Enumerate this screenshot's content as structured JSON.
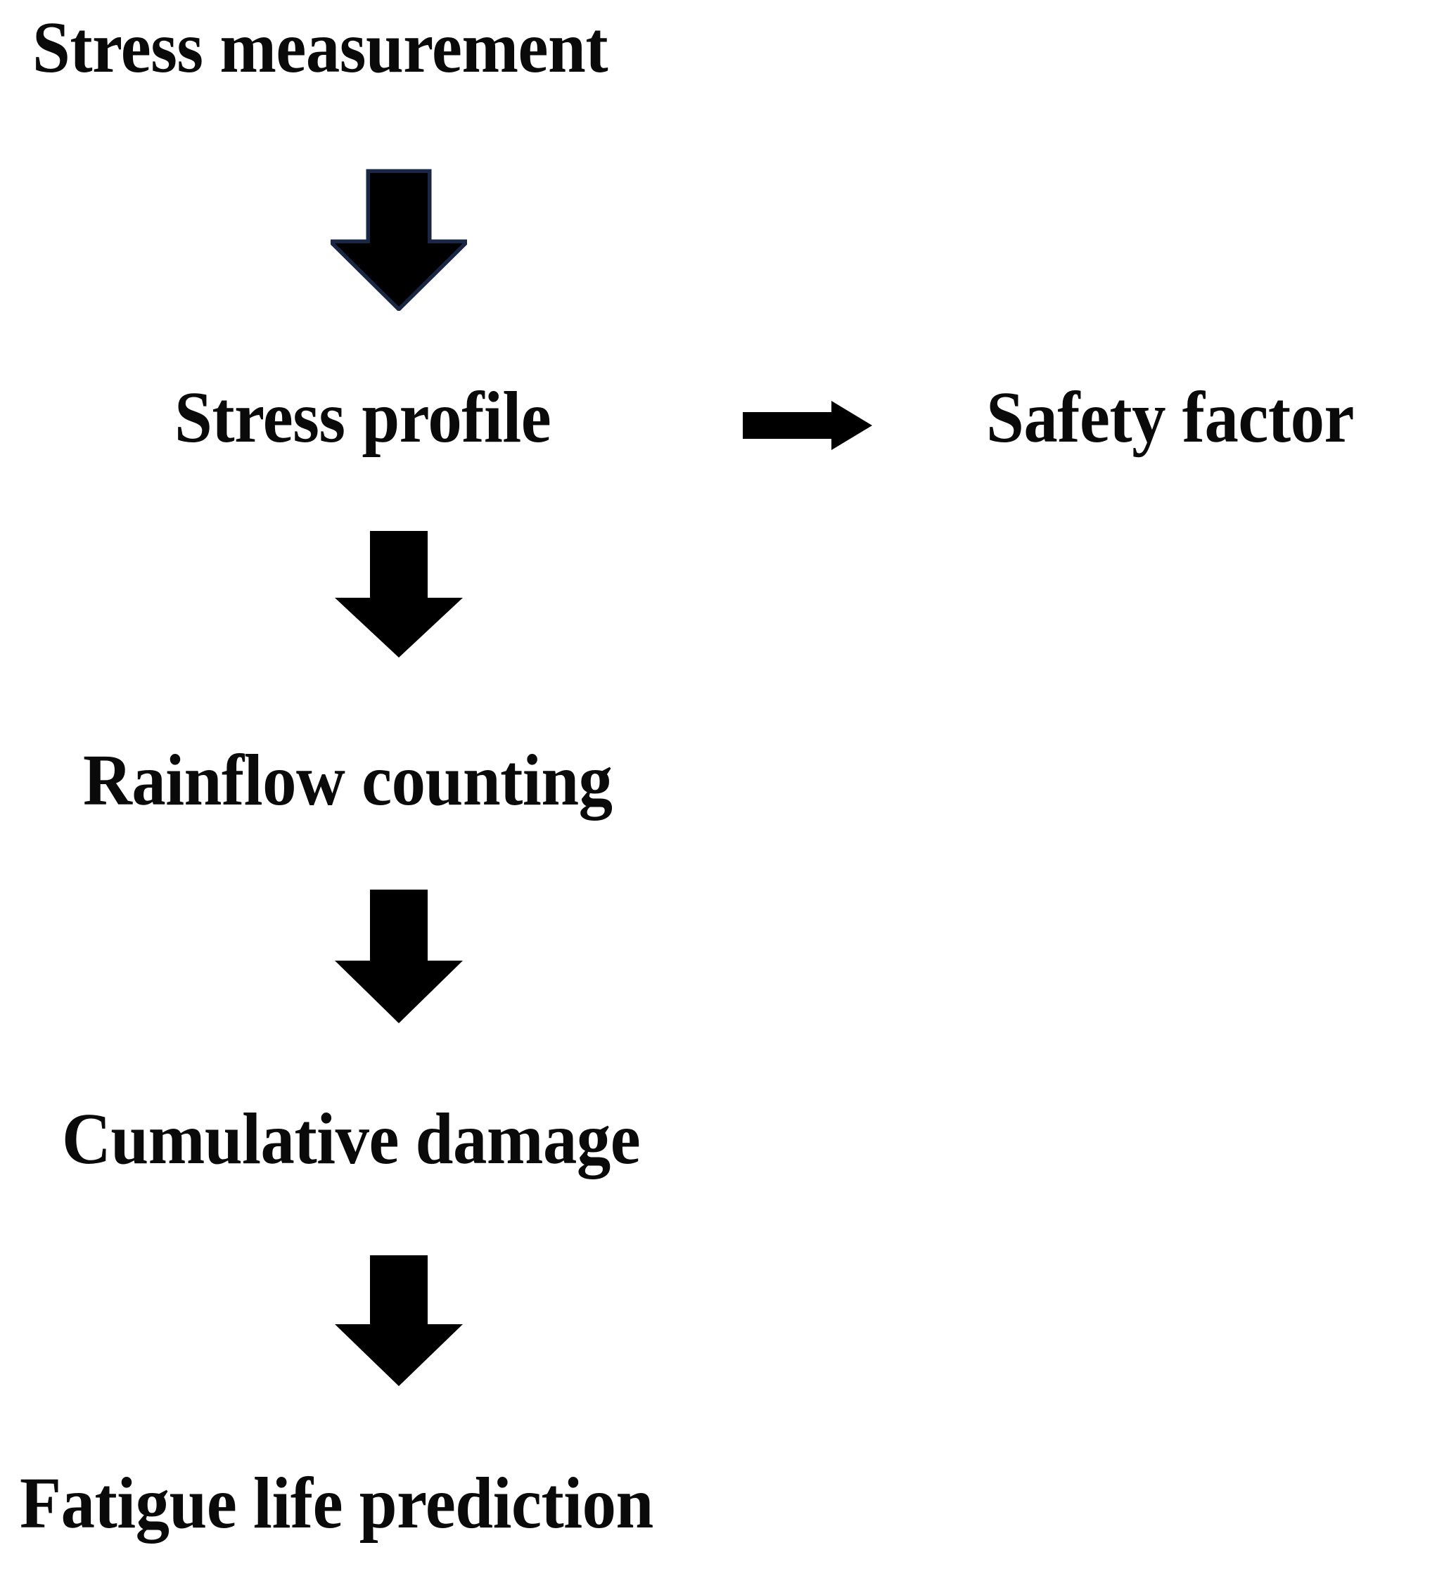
{
  "diagram": {
    "title": "Fatigue life prediction flowchart",
    "background_color": "#ffffff",
    "text_color": "#0a0a0a",
    "nodes": [
      {
        "id": "stress-measurement",
        "label": "Stress measurement"
      },
      {
        "id": "stress-profile",
        "label": "Stress profile"
      },
      {
        "id": "safety-factor",
        "label": "Safety factor"
      },
      {
        "id": "rainflow-counting",
        "label": "Rainflow counting"
      },
      {
        "id": "cumulative-damage",
        "label": "Cumulative damage"
      },
      {
        "id": "fatigue-life-prediction",
        "label": "Fatigue life prediction"
      }
    ],
    "arrows": [
      {
        "id": "measurement-to-profile",
        "direction": "down",
        "from": "Stress measurement",
        "to": "Stress profile",
        "fill": "#000000",
        "stroke": "#1a2744"
      },
      {
        "id": "profile-to-safety",
        "direction": "right",
        "from": "Stress profile",
        "to": "Safety factor",
        "fill": "#000000",
        "stroke": "none"
      },
      {
        "id": "profile-to-rainflow",
        "direction": "down",
        "from": "Stress profile",
        "to": "Rainflow counting",
        "fill": "#000000",
        "stroke": "none"
      },
      {
        "id": "rainflow-to-damage",
        "direction": "down",
        "from": "Rainflow counting",
        "to": "Cumulative damage",
        "fill": "#000000",
        "stroke": "none"
      },
      {
        "id": "damage-to-fatigue",
        "direction": "down",
        "from": "Cumulative damage",
        "to": "Fatigue life prediction",
        "fill": "#000000",
        "stroke": "none"
      }
    ]
  }
}
